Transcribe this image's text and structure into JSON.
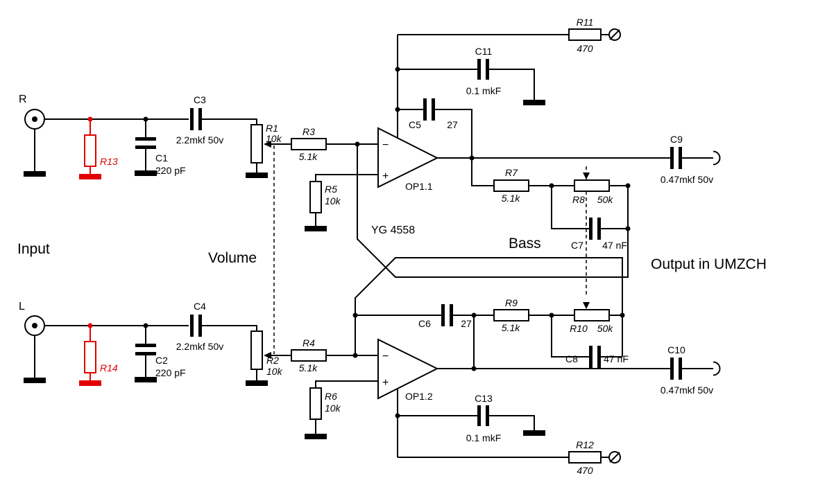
{
  "labels": {
    "input": "Input",
    "volume": "Volume",
    "bass": "Bass",
    "output": "Output in UMZCH",
    "chip": "YG 4558",
    "right_channel": "R",
    "left_channel": "L",
    "opamp1": "OP1.1",
    "opamp2": "OP1.2",
    "minus": "−",
    "plus": "+"
  },
  "components": {
    "r1": {
      "ref": "R1",
      "value": "10k"
    },
    "r2": {
      "ref": "R2",
      "value": "10k"
    },
    "r3": {
      "ref": "R3",
      "value": "5.1k"
    },
    "r4": {
      "ref": "R4",
      "value": "5.1k"
    },
    "r5": {
      "ref": "R5",
      "value": "10k"
    },
    "r6": {
      "ref": "R6",
      "value": "10k"
    },
    "r7": {
      "ref": "R7",
      "value": "5.1k"
    },
    "r8": {
      "ref": "R8",
      "value": "50k"
    },
    "r9": {
      "ref": "R9",
      "value": "5.1k"
    },
    "r10": {
      "ref": "R10",
      "value": "50k"
    },
    "r11": {
      "ref": "R11",
      "value": "470"
    },
    "r12": {
      "ref": "R12",
      "value": "470"
    },
    "r13": {
      "ref": "R13"
    },
    "r14": {
      "ref": "R14"
    },
    "c1": {
      "ref": "C1",
      "value": "220 pF"
    },
    "c2": {
      "ref": "C2",
      "value": "220 pF"
    },
    "c3": {
      "ref": "C3",
      "value": "2.2mkf 50v"
    },
    "c4": {
      "ref": "C4",
      "value": "2.2mkf 50v"
    },
    "c5": {
      "ref": "C5",
      "value": "27"
    },
    "c6": {
      "ref": "C6",
      "value": "27"
    },
    "c7": {
      "ref": "C7",
      "value": "47 nF"
    },
    "c8": {
      "ref": "C8",
      "value": "47 nF"
    },
    "c9": {
      "ref": "C9",
      "value": "0.47mkf 50v"
    },
    "c10": {
      "ref": "C10",
      "value": "0.47mkf 50v"
    },
    "c11": {
      "ref": "C11",
      "value": "0.1 mkF"
    },
    "c13": {
      "ref": "C13",
      "value": "0.1 mkF"
    }
  },
  "colors": {
    "wire": "#000000",
    "highlight_red": "#e00000",
    "background": "#ffffff"
  }
}
